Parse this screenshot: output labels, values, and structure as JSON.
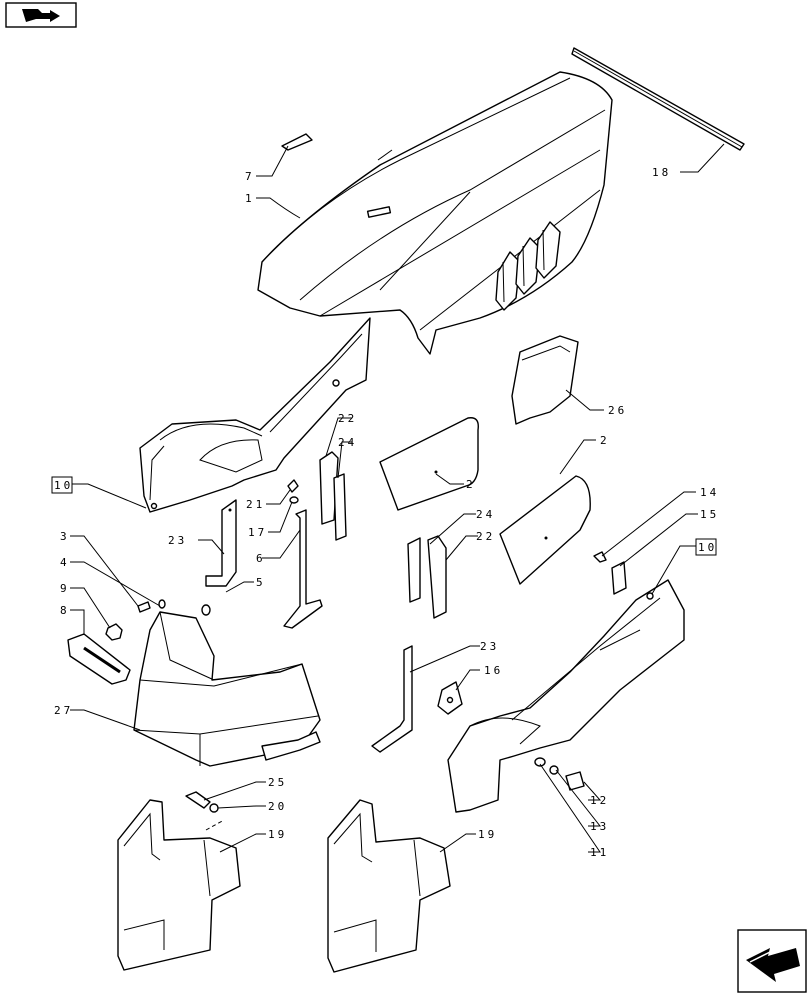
{
  "nav": {
    "top_icon": "book-arrow-icon",
    "bottom_icon": "next-page-arrow-icon"
  },
  "callouts": {
    "c1": "1",
    "c2a": "2",
    "c2b": "2",
    "c3": "3",
    "c4": "4",
    "c5": "5",
    "c6": "6",
    "c7": "7",
    "c8": "8",
    "c9": "9",
    "c10a": "10",
    "c10b": "10",
    "c11": "11",
    "c12": "12",
    "c13": "13",
    "c14": "14",
    "c15": "15",
    "c16": "16",
    "c17": "17",
    "c18": "18",
    "c19a": "19",
    "c19b": "19",
    "c20": "20",
    "c21": "21",
    "c22a": "22",
    "c22b": "22",
    "c23a": "23",
    "c23b": "23",
    "c24a": "24",
    "c24b": "24",
    "c25": "25",
    "c26": "26",
    "c27": "27"
  }
}
